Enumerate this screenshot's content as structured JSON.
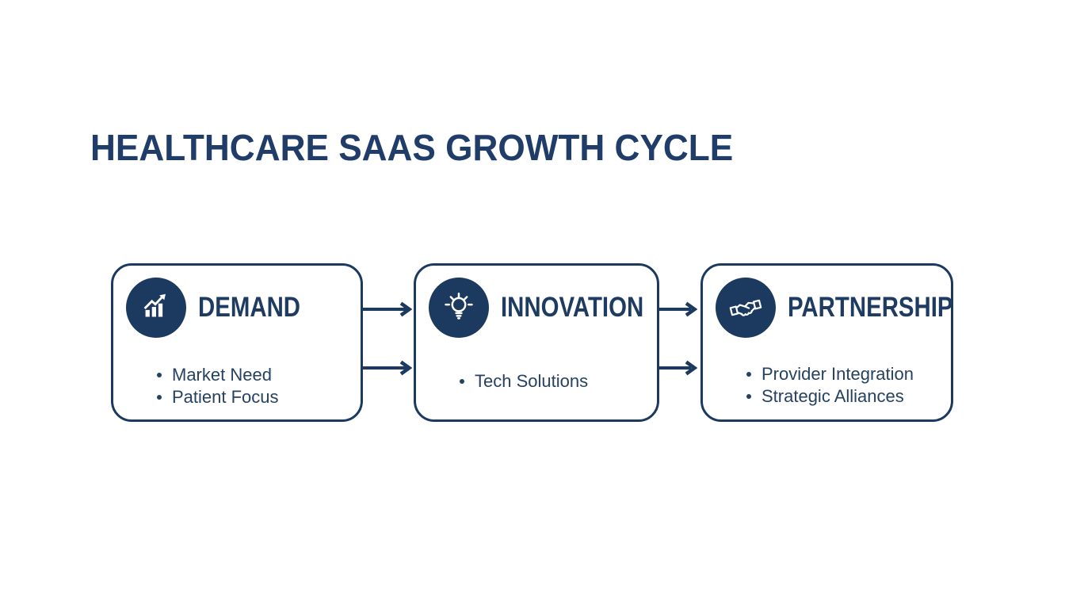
{
  "title": "HEALTHCARE SAAS GROWTH CYCLE",
  "colors": {
    "navy": "#1c3a5f",
    "title_text": "#1f3d68",
    "heading_text": "#1e3b62",
    "bullet_text": "#264260",
    "background": "#ffffff",
    "icon_glyph": "#ffffff"
  },
  "stages": [
    {
      "id": "demand",
      "label": "DEMAND",
      "icon": "growth-chart-icon",
      "bullets": [
        "Market Need",
        "Patient Focus"
      ]
    },
    {
      "id": "innovation",
      "label": "INNOVATION",
      "icon": "lightbulb-icon",
      "bullets": [
        "Tech Solutions"
      ]
    },
    {
      "id": "partnership",
      "label": "PARTNERSHIP",
      "icon": "handshake-icon",
      "bullets": [
        "Provider Integration",
        "Strategic Alliances"
      ]
    }
  ],
  "connectors": [
    {
      "from": "DEMAND",
      "to": "INNOVATION",
      "arrow_count": 2,
      "direction": "right"
    },
    {
      "from": "INNOVATION",
      "to": "PARTNERSHIP",
      "arrow_count": 2,
      "direction": "right"
    }
  ]
}
